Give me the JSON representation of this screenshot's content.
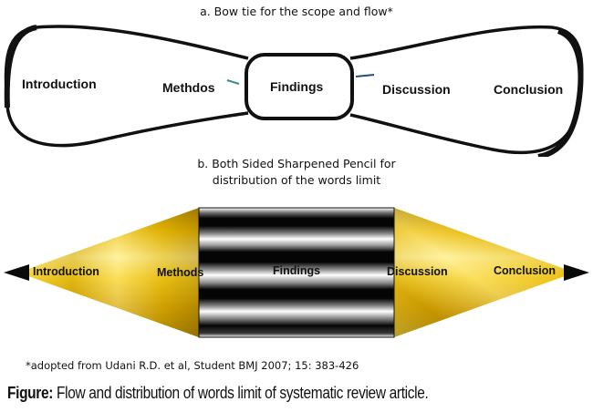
{
  "diagram_a": {
    "title": "a. Bow tie for the scope and flow*",
    "labels": {
      "introduction": "Introduction",
      "methods": "Methdos",
      "findings": "Findings",
      "discussion": "Discussion",
      "conclusion": "Conclusion"
    }
  },
  "diagram_b": {
    "title_line1": "b. Both Sided Sharpened Pencil for",
    "title_line2": "distribution of the words limit",
    "labels": {
      "introduction": "Introduction",
      "methods": "Methods",
      "findings": "Findings",
      "discussion": "Discussion",
      "conclusion": "Conclusion"
    }
  },
  "footnote": "*adopted from Udani R.D. et al, Student BMJ 2007; 15: 383-426",
  "figure_caption": {
    "prefix": "Figure:",
    "text": "Flow and distribution of words limit of systematic review article."
  },
  "colors": {
    "outline": "#111111",
    "gold_light": "#fff6b0",
    "gold_mid": "#f2c200",
    "gold_dark": "#8a6a00",
    "stripe_dark": "#050505",
    "stripe_light": "#ffffff",
    "tip": "#0a0a0a"
  }
}
